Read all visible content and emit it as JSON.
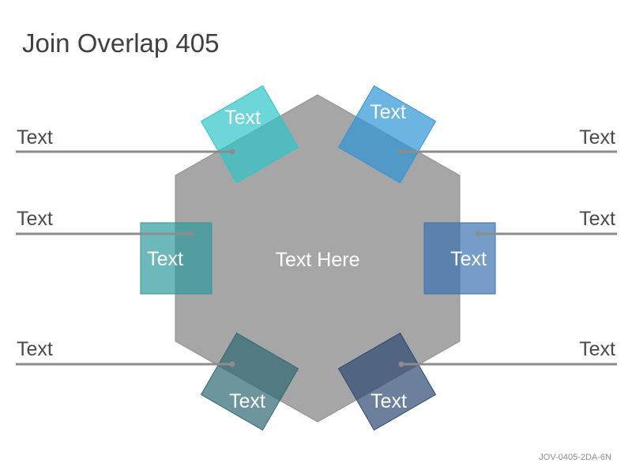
{
  "title": "Join Overlap 405",
  "center_label": "Text Here",
  "footer_code": "JOV-0405-2DA-6N",
  "colors": {
    "hexagon": "#a6a6a6",
    "line": "#8c8c8c",
    "dot": "#8c8c8c",
    "text_inside": "#ffffff",
    "label": "#4a4a4a"
  },
  "boxes": [
    {
      "id": "top-left",
      "label": "Text",
      "color": "#2ec5c9"
    },
    {
      "id": "top-right",
      "label": "Text",
      "color": "#2e95d6"
    },
    {
      "id": "mid-left",
      "label": "Text",
      "color": "#2f9a9c"
    },
    {
      "id": "mid-right",
      "label": "Text",
      "color": "#3b73af"
    },
    {
      "id": "bot-left",
      "label": "Text",
      "color": "#2f6a72"
    },
    {
      "id": "bot-right",
      "label": "Text",
      "color": "#2d4a73"
    }
  ],
  "side_labels": [
    {
      "id": "left-1",
      "text": "Text"
    },
    {
      "id": "left-2",
      "text": "Text"
    },
    {
      "id": "left-3",
      "text": "Text"
    },
    {
      "id": "right-1",
      "text": "Text"
    },
    {
      "id": "right-2",
      "text": "Text"
    },
    {
      "id": "right-3",
      "text": "Text"
    }
  ]
}
